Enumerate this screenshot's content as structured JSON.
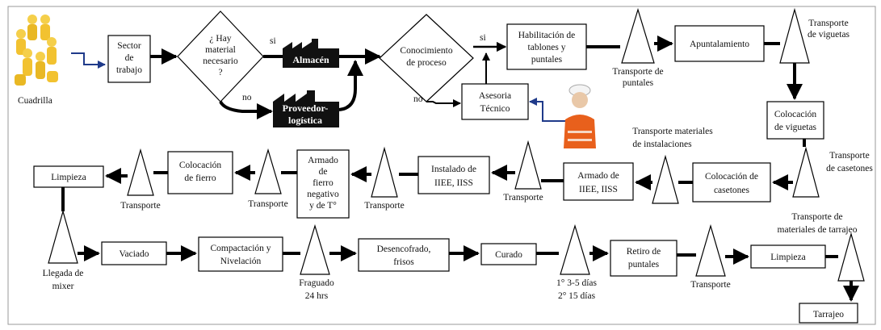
{
  "nodes": {
    "cuadrilla": "Cuadrilla",
    "sector": [
      "Sector",
      "de",
      "trabajo"
    ],
    "hay_material": [
      "¿ Hay",
      "material",
      "necesario",
      "?"
    ],
    "si1": "si",
    "no1": "no",
    "almacen": "Almacén",
    "proveedor": [
      "Proveedor-",
      "logística"
    ],
    "conocimiento": [
      "Conocimiento",
      "de proceso"
    ],
    "si2": "si",
    "no2": "no",
    "asesoria": [
      "Asesoria",
      "Técnico"
    ],
    "habilitacion": [
      "Habilitación de",
      "tablones y",
      "puntales"
    ],
    "t_puntales": [
      "Transporte de",
      "puntales"
    ],
    "apuntalamiento": "Apuntalamiento",
    "t_viguetas": [
      "Transporte",
      "de viguetas"
    ],
    "colocacion_viguetas": [
      "Colocación",
      "de viguetas"
    ],
    "t_materiales_inst": [
      "Transporte materiales",
      "de instalaciones"
    ],
    "t_casetones": [
      "Transporte",
      "de casetones"
    ],
    "colocacion_casetones": [
      "Colocación de",
      "casetones"
    ],
    "armado_iiee": [
      "Armado de",
      "IIEE, IISS"
    ],
    "transporte_a": "Transporte",
    "instalado": [
      "Instalado de",
      "IIEE, IISS"
    ],
    "transporte_b": "Transporte",
    "armado_fierro": [
      "Armado",
      "de",
      "fierro",
      "negativo",
      "y de T°"
    ],
    "transporte_c": "Transporte",
    "colocacion_fierro": [
      "Colocación",
      "de fierro"
    ],
    "transporte_d": "Transporte",
    "limpieza1": "Limpieza",
    "llegada_mixer": [
      "Llegada de",
      "mixer"
    ],
    "vaciado": "Vaciado",
    "compactacion": [
      "Compactación y",
      "Nivelación"
    ],
    "fraguado": [
      "Fraguado",
      "24 hrs"
    ],
    "desencofrado": [
      "Desencofrado,",
      "frisos"
    ],
    "curado": "Curado",
    "dias": [
      "1° 3-5 días",
      "2° 15 días"
    ],
    "retiro": [
      "Retiro de",
      "puntales"
    ],
    "transporte_e": "Transporte",
    "limpieza2": "Limpieza",
    "t_tarrajeo": [
      "Transporte de",
      "materiales de tarrajeo"
    ],
    "tarrajeo": "Tarrajeo"
  },
  "colors": {
    "line": "#000000",
    "connector_blue": "#1f3a8a",
    "factory_fill": "#111111",
    "worker_yellow": "#f2c230",
    "engineer_orange": "#e8601c"
  }
}
